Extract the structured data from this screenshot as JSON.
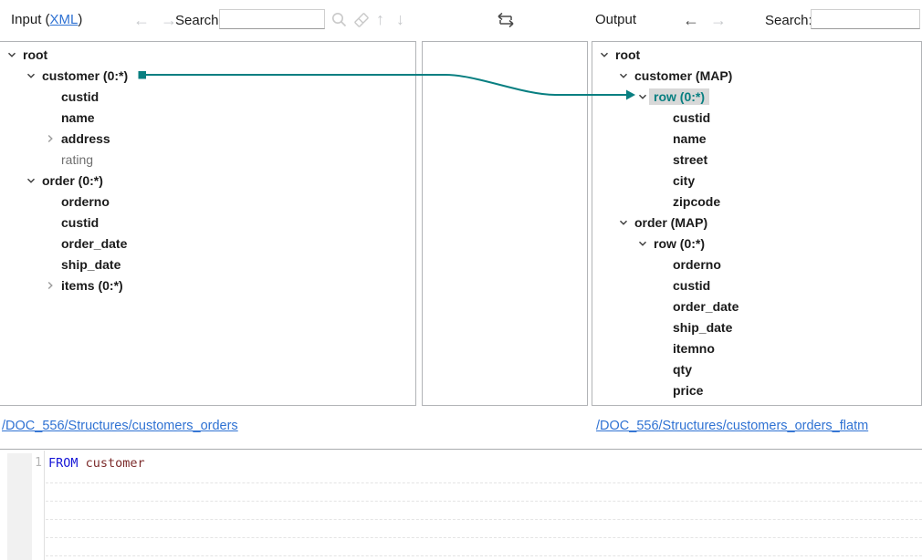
{
  "toolbar": {
    "input_prefix": "Input (",
    "input_link_text": "XML",
    "input_suffix": ")",
    "search_label_left": "Search:",
    "search_value_left": "",
    "output_label": "Output",
    "search_label_right": "Search:",
    "search_value_right": "",
    "icons": [
      "back-arrow",
      "forward-arrow",
      "magnifier",
      "eraser",
      "up-arrow",
      "down-arrow",
      "swap-horizontal"
    ]
  },
  "colors": {
    "connector_teal": "#087f81",
    "link_blue": "#2f72d3",
    "highlight_bg": "#d8d8d8",
    "keyword_blue": "#1616d6",
    "identifier_maroon": "#7c2b2b",
    "panel_border": "#b1b3b6"
  },
  "input_tree": {
    "items": [
      {
        "label": "root",
        "level": 0,
        "chevron": "expanded",
        "style": "bold"
      },
      {
        "label": "customer (0:*)",
        "level": 1,
        "chevron": "expanded",
        "style": "bold",
        "connector": "source"
      },
      {
        "label": "custid",
        "level": 2,
        "chevron": "none",
        "style": "bold"
      },
      {
        "label": "name",
        "level": 2,
        "chevron": "none",
        "style": "bold"
      },
      {
        "label": "address",
        "level": 2,
        "chevron": "collapsed",
        "style": "bold"
      },
      {
        "label": "rating",
        "level": 2,
        "chevron": "none",
        "style": "muted"
      },
      {
        "label": "order (0:*)",
        "level": 1,
        "chevron": "expanded",
        "style": "bold"
      },
      {
        "label": "orderno",
        "level": 2,
        "chevron": "none",
        "style": "bold"
      },
      {
        "label": "custid",
        "level": 2,
        "chevron": "none",
        "style": "bold"
      },
      {
        "label": "order_date",
        "level": 2,
        "chevron": "none",
        "style": "bold"
      },
      {
        "label": "ship_date",
        "level": 2,
        "chevron": "none",
        "style": "bold"
      },
      {
        "label": "items (0:*)",
        "level": 2,
        "chevron": "collapsed",
        "style": "bold"
      }
    ]
  },
  "output_tree": {
    "items": [
      {
        "label": "root",
        "level": 0,
        "chevron": "expanded",
        "style": "bold"
      },
      {
        "label": "customer (MAP)",
        "level": 1,
        "chevron": "expanded",
        "style": "bold"
      },
      {
        "label": "row (0:*)",
        "level": 2,
        "chevron": "expanded",
        "style": "highlight",
        "connector": "target"
      },
      {
        "label": "custid",
        "level": 3,
        "chevron": "none",
        "style": "bold"
      },
      {
        "label": "name",
        "level": 3,
        "chevron": "none",
        "style": "bold"
      },
      {
        "label": "street",
        "level": 3,
        "chevron": "none",
        "style": "bold"
      },
      {
        "label": "city",
        "level": 3,
        "chevron": "none",
        "style": "bold"
      },
      {
        "label": "zipcode",
        "level": 3,
        "chevron": "none",
        "style": "bold"
      },
      {
        "label": "order (MAP)",
        "level": 1,
        "chevron": "expanded",
        "style": "bold"
      },
      {
        "label": "row (0:*)",
        "level": 2,
        "chevron": "expanded",
        "style": "bold"
      },
      {
        "label": "orderno",
        "level": 3,
        "chevron": "none",
        "style": "bold"
      },
      {
        "label": "custid",
        "level": 3,
        "chevron": "none",
        "style": "bold"
      },
      {
        "label": "order_date",
        "level": 3,
        "chevron": "none",
        "style": "bold"
      },
      {
        "label": "ship_date",
        "level": 3,
        "chevron": "none",
        "style": "bold"
      },
      {
        "label": "itemno",
        "level": 3,
        "chevron": "none",
        "style": "bold"
      },
      {
        "label": "qty",
        "level": 3,
        "chevron": "none",
        "style": "bold"
      },
      {
        "label": "price",
        "level": 3,
        "chevron": "none",
        "style": "bold"
      }
    ]
  },
  "footer": {
    "left_link": "/DOC_556/Structures/customers_orders",
    "right_link": "/DOC_556/Structures/customers_orders_flatm"
  },
  "editor": {
    "line_number": "1",
    "tokens": [
      {
        "text": "FROM",
        "type": "keyword"
      },
      {
        "text": " ",
        "type": "plain"
      },
      {
        "text": "customer",
        "type": "identifier"
      }
    ]
  }
}
